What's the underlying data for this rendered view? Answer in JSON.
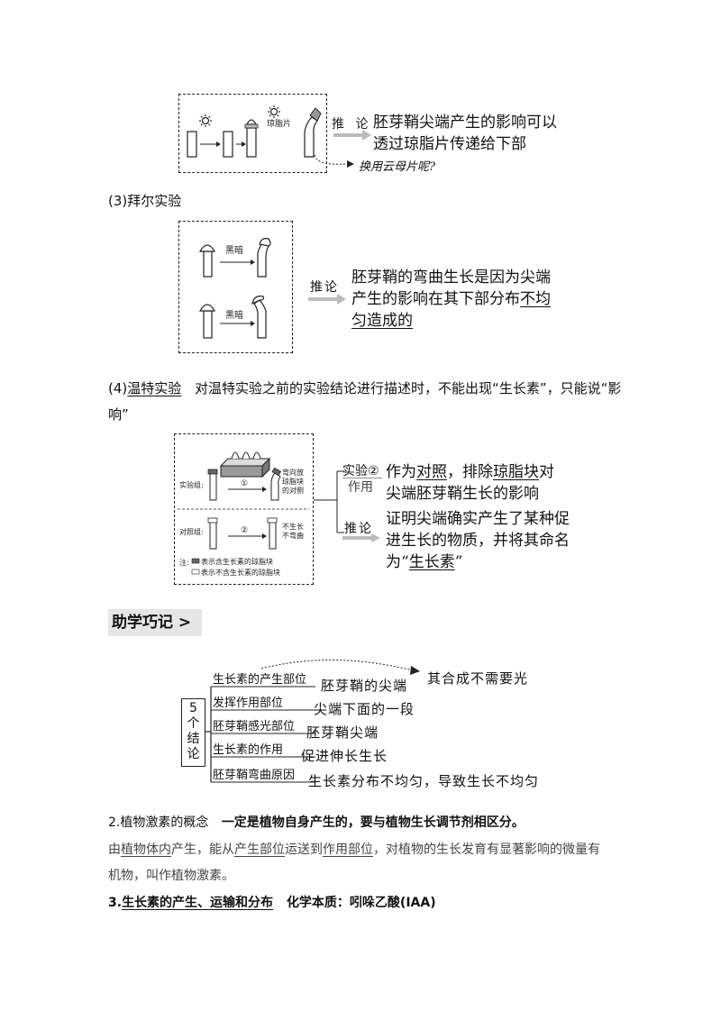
{
  "fig_boysen": {
    "agar_label": "琼脂片",
    "infer_label": "推 论",
    "conclusion": [
      "胚芽鞘尖端产生的影响可以",
      "透过琼脂片传递给下部"
    ],
    "question": "换用云母片呢?"
  },
  "paal_title": "(3)拜尔实验",
  "fig_paal": {
    "dark_label_1": "黑暗",
    "dark_label_2": "黑暗",
    "infer_label": "推论",
    "conclusion_1": "胚芽鞘的弯曲生长是因为尖端",
    "conclusion_2a": "产生的影响在其下部分布",
    "conclusion_2b": "不均",
    "conclusion_3": "匀造成的"
  },
  "went_title": {
    "prefix": "(4)",
    "name": "温特实验",
    "note_1": "对温特实验之前的实验结论进行描述时，不能出现“生长素”，只能说“影",
    "note_2": "响”"
  },
  "fig_went": {
    "exp_group": "实验组:",
    "ctrl_group": "对照组:",
    "step1": "①",
    "step2": "②",
    "result1": [
      "弯向放",
      "琼脂块",
      "的对侧"
    ],
    "result2": [
      "不生长",
      "不弯曲"
    ],
    "legend_title": "注:",
    "legend_1": "表示含生长素的琼脂块",
    "legend_2": "表示不含生长素的琼脂块",
    "exp2_tag": "实验②",
    "exp2_role": "作用",
    "role_text_1a": "作为",
    "role_text_1b": "对照",
    "role_text_1c": "，排除",
    "role_text_1d": "琼脂块",
    "role_text_1e": "对",
    "role_text_2": "尖端胚芽鞘生长的影响",
    "infer_label": "推论",
    "infer_text_1": "证明尖端确实产生了某种促",
    "infer_text_2": "进生长的物质，并将其命名",
    "infer_text_3a": "为“",
    "infer_text_3b": "生长素",
    "infer_text_3c": "”"
  },
  "memory": {
    "heading": "助学巧记 >",
    "box_label": [
      "5",
      "个",
      "结",
      "论"
    ],
    "rows": [
      {
        "label": "生长素的产生部位",
        "value": "胚芽鞘的尖端"
      },
      {
        "label": "发挥作用部位",
        "value": "尖端下面的一段"
      },
      {
        "label": "胚芽鞘感光部位",
        "value": "胚芽鞘尖端"
      },
      {
        "label": "生长素的作用",
        "value": "促进伸长生长"
      },
      {
        "label": "胚芽鞘弯曲原因",
        "value": "生长素分布不均匀，导致生长不均匀"
      }
    ],
    "side_note": "其合成不需要光"
  },
  "concept": {
    "heading": "2.植物激素的概念",
    "heading_note": "一定是植物自身产生的，要与植物生长调节剂相区分。",
    "line1_a": "由",
    "line1_b": "植物体内",
    "line1_c": "产生，能从",
    "line1_d": "产生部位",
    "line1_e": "运送到",
    "line1_f": "作用部位",
    "line1_g": "，对植物的生长发育有显著影响的微量有",
    "line2": "机物，叫作植物激素。"
  },
  "auxin": {
    "heading_a": "3.",
    "heading_b": "生长素的产生、运输和分布",
    "heading_note": "化学本质：吲哚乙酸(IAA)"
  }
}
